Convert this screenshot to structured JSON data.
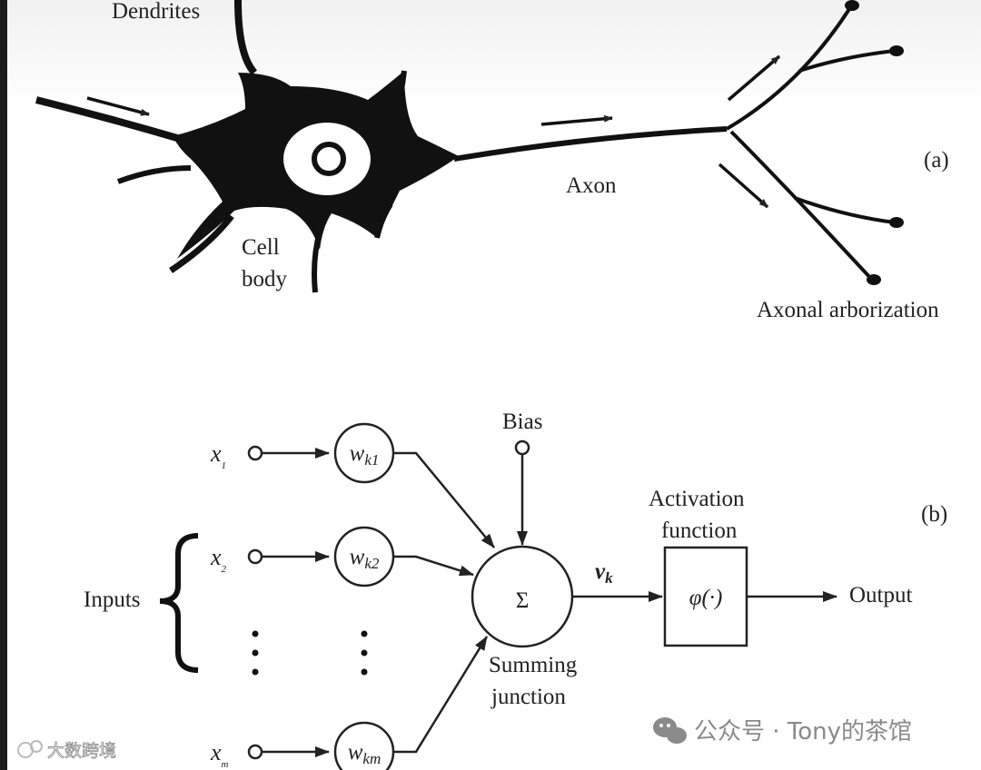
{
  "neuron": {
    "dendrites_label": "Dendrites",
    "cell_body_line1": "Cell",
    "cell_body_line2": "body",
    "axon_label": "Axon",
    "arborization_label": "Axonal arborization",
    "panel_tag": "(a)"
  },
  "model": {
    "panel_tag": "(b)",
    "inputs_label": "Inputs",
    "x_symbol": "x",
    "x_subscripts": [
      "1",
      "2",
      "m"
    ],
    "weight_w": "w",
    "weight_subscripts": [
      "k1",
      "k2",
      "km"
    ],
    "bias_label": "Bias",
    "sum_symbol": "Σ",
    "summing_line1": "Summing",
    "summing_line2": "junction",
    "vk_v": "v",
    "vk_k": "k",
    "activation_line1": "Activation",
    "activation_line2": "function",
    "phi_text": "φ(·)",
    "output_label": "Output"
  },
  "watermark": {
    "left_text": "大数跨境",
    "right_text": "公众号 · Tony的茶馆"
  }
}
